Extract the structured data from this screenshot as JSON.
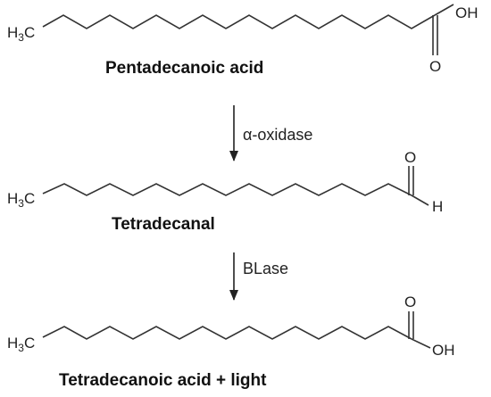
{
  "molecules": {
    "pentadecanoic": {
      "name": "Pentadecanoic acid",
      "methyl": "H",
      "methyl_sub": "3",
      "methyl_c": "C",
      "oh": "OH",
      "o": "O"
    },
    "tetradecanal": {
      "name": "Tetradecanal",
      "methyl": "H",
      "methyl_sub": "3",
      "methyl_c": "C",
      "o": "O",
      "h": "H"
    },
    "tetradecanoic": {
      "name": "Tetradecanoic acid + light",
      "methyl": "H",
      "methyl_sub": "3",
      "methyl_c": "C",
      "o": "O",
      "oh": "OH"
    }
  },
  "steps": [
    {
      "enzyme": "α-oxidase"
    },
    {
      "enzyme": "BLase"
    }
  ]
}
